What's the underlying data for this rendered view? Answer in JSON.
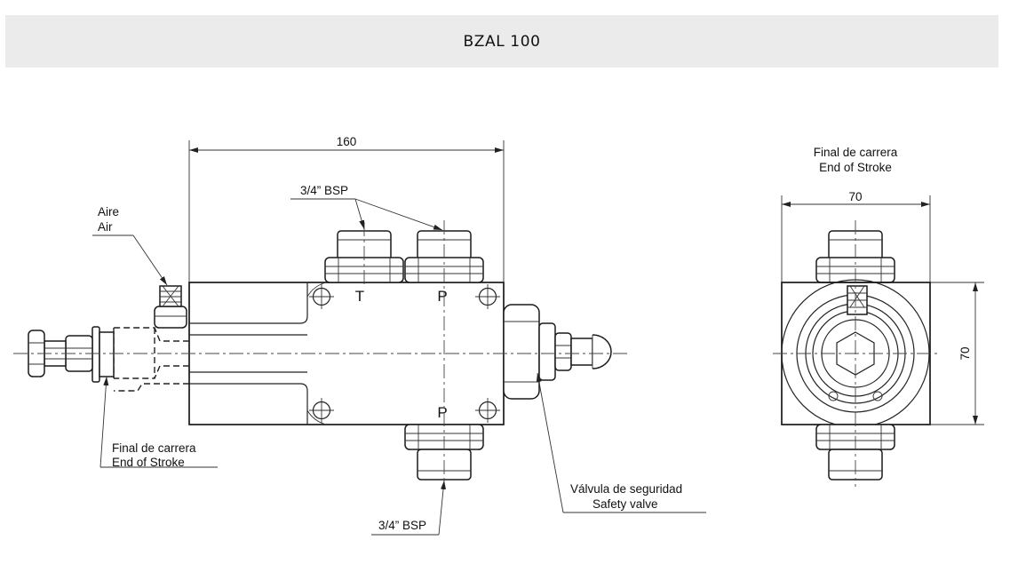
{
  "header": {
    "title": "BZAL 100"
  },
  "front_view": {
    "dim_width": "160",
    "bsp_top": "3/4” BSP",
    "bsp_bottom": "3/4” BSP",
    "air_label_es": "Aire",
    "air_label_en": "Air",
    "port_t": "T",
    "port_p_top": "P",
    "port_p_bottom": "P",
    "end_of_stroke_es": "Final de carrera",
    "end_of_stroke_en": "End of Stroke",
    "safety_valve_es": "Válvula de seguridad",
    "safety_valve_en": "Safety valve"
  },
  "side_view": {
    "end_of_stroke_es": "Final de carrera",
    "end_of_stroke_en": "End of Stroke",
    "dim_width": "70",
    "dim_height": "70"
  }
}
